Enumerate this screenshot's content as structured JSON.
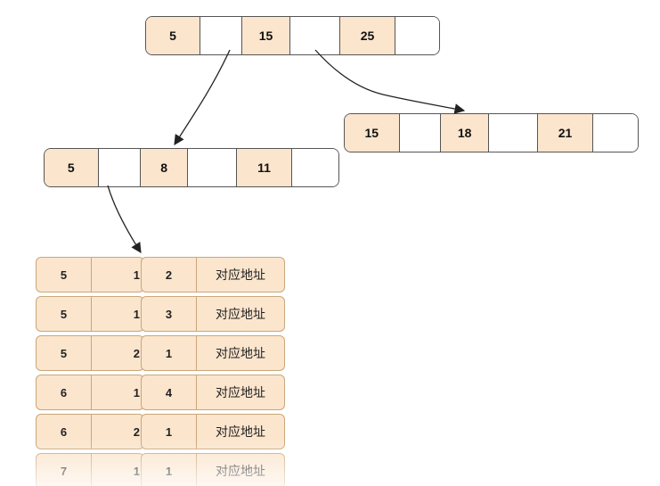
{
  "diagram": {
    "root_node": {
      "keys": [
        "5",
        "15",
        "25"
      ]
    },
    "internal_left": {
      "keys": [
        "5",
        "8",
        "11"
      ]
    },
    "internal_right": {
      "keys": [
        "15",
        "18",
        "21"
      ]
    },
    "leaf_rows": [
      {
        "a": "5",
        "b": "1",
        "c": "2",
        "addr": "对应地址"
      },
      {
        "a": "5",
        "b": "1",
        "c": "3",
        "addr": "对应地址"
      },
      {
        "a": "5",
        "b": "2",
        "c": "1",
        "addr": "对应地址"
      },
      {
        "a": "6",
        "b": "1",
        "c": "4",
        "addr": "对应地址"
      },
      {
        "a": "6",
        "b": "2",
        "c": "1",
        "addr": "对应地址"
      },
      {
        "a": "7",
        "b": "1",
        "c": "1",
        "addr": "对应地址"
      }
    ]
  },
  "colors": {
    "key_fill": "#fbe5cd",
    "border": "#555555",
    "arrow": "#222222"
  }
}
